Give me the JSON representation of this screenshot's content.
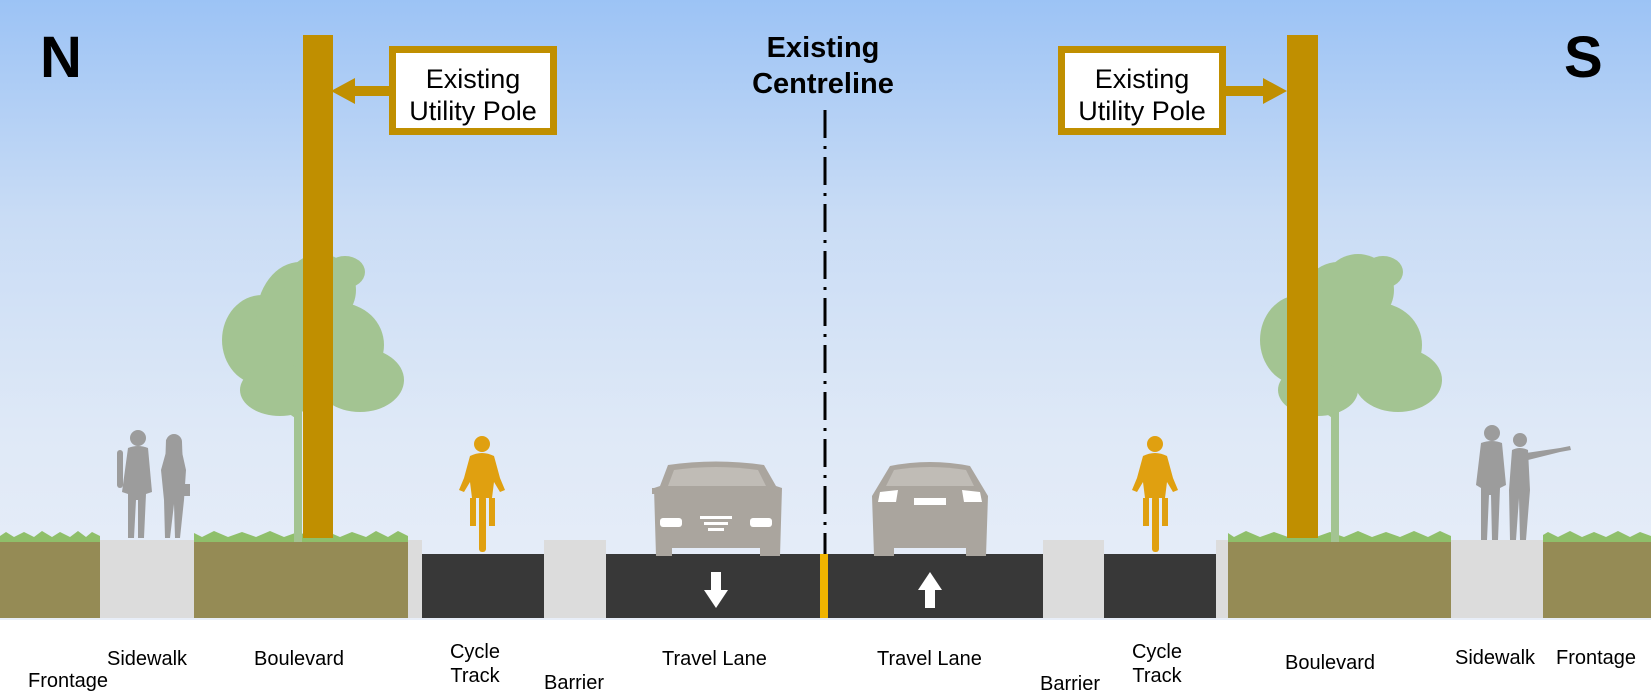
{
  "directions": {
    "north": "N",
    "south": "S"
  },
  "centreline": {
    "line1": "Existing",
    "line2": "Centreline"
  },
  "signs": {
    "left": {
      "line1": "Existing",
      "line2": "Utility Pole"
    },
    "right": {
      "line1": "Existing",
      "line2": "Utility Pole"
    }
  },
  "labels": {
    "frontage_n": "Frontage",
    "sidewalk_n": "Sidewalk",
    "boulevard_n": "Boulevard",
    "cycle_n_1": "Cycle",
    "cycle_n_2": "Track",
    "barrier_n": "Barrier",
    "travel_n": "Travel Lane",
    "travel_s": "Travel Lane",
    "barrier_s": "Barrier",
    "cycle_s_1": "Cycle",
    "cycle_s_2": "Track",
    "boulevard_s": "Boulevard",
    "sidewalk_s": "Sidewalk",
    "frontage_s": "Frontage"
  },
  "colors": {
    "pole": "#c08f00",
    "asphalt": "#383838",
    "frontage": "#958b55",
    "sidewalk": "#dcdcdc",
    "grass": "#8fbf6a",
    "tree": "#a3c492",
    "people": "#9c9c9c",
    "cyclist": "#e0a010",
    "car": "#aaa59e",
    "centre_stripe": "#f0b400"
  },
  "icons": [
    "pedestrians-icon",
    "tree-icon",
    "cyclist-icon",
    "car-front-icon",
    "car-rear-icon",
    "arrow-down-icon",
    "arrow-up-icon"
  ]
}
